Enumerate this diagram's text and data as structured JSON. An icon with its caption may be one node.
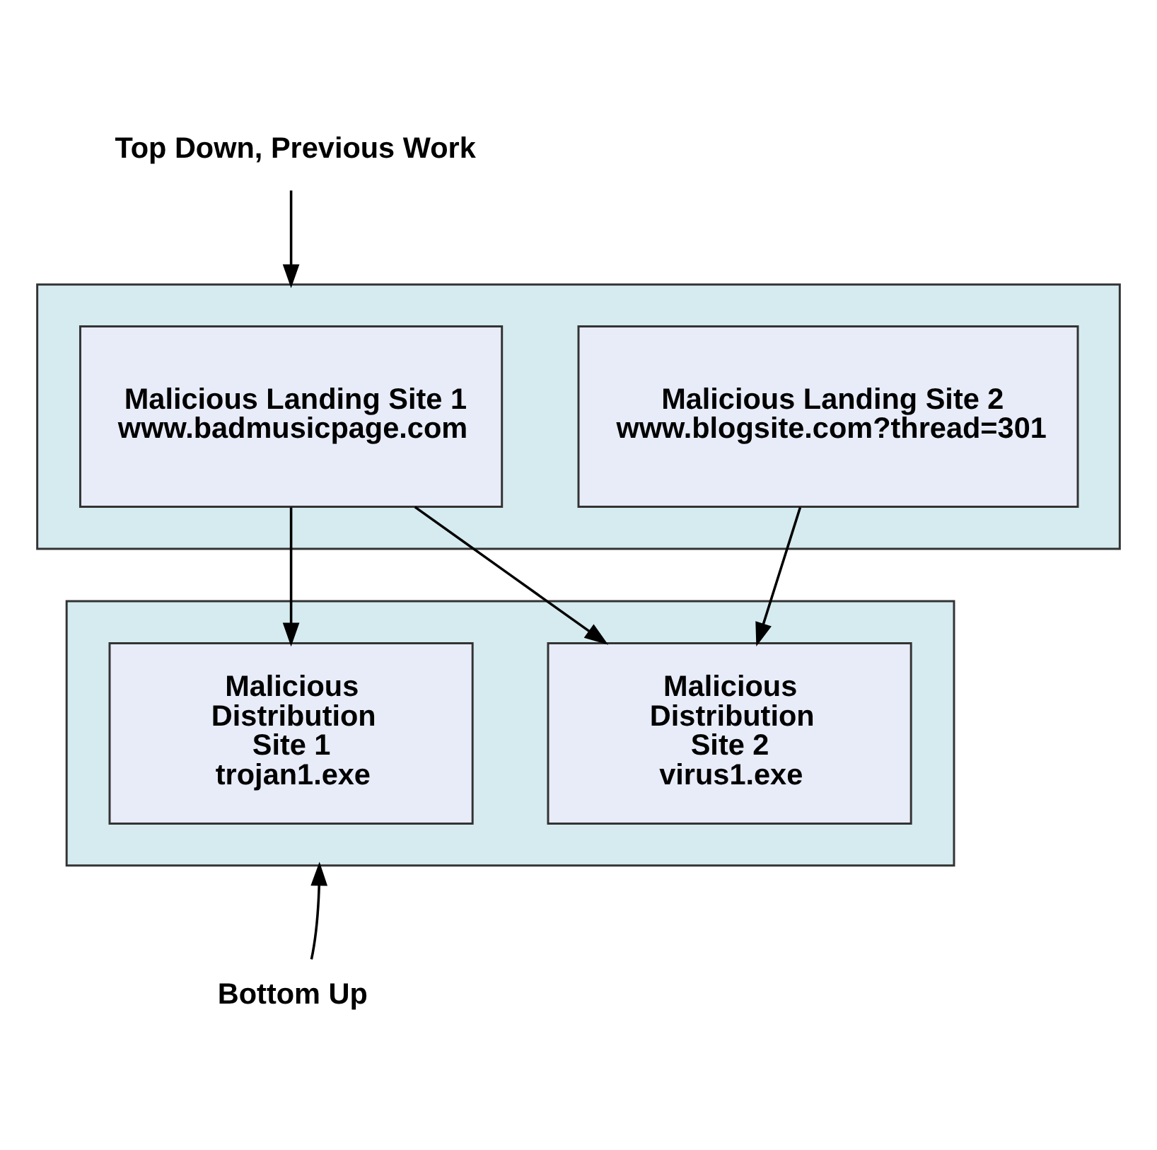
{
  "diagram": {
    "nodes": [
      {
        "text": [
          "Top Down, Previous Work"
        ]
      },
      {
        "text": [],
        "shape": "box"
      },
      {
        "text": [
          "Malicious Landing Site 1 www.badmusicpage.com"
        ],
        "in": 1
      },
      {
        "text": [
          "Malicious Landing Site 2 www.blogsite.com?thread=301"
        ],
        "in": 1
      },
      {
        "text": [],
        "shape": "box"
      },
      {
        "text": [
          "Malicious Distribution Site 1 trojan1.exe"
        ],
        "in": 4
      },
      {
        "text": [
          "Malicious Distribution Site 2 virus1.exe"
        ],
        "in": 4
      },
      {
        "text": [
          "Bottom Up"
        ]
      }
    ],
    "edges": [
      {
        "from": 0,
        "to": 1,
        "arrow": "to"
      },
      {
        "from": 2,
        "to": 5,
        "arrow": "to"
      },
      {
        "from": 2,
        "to": 6,
        "arrow": "to"
      },
      {
        "from": 3,
        "to": 6,
        "arrow": "to"
      },
      {
        "from": 7,
        "to": 4,
        "arrow": "to"
      }
    ]
  }
}
